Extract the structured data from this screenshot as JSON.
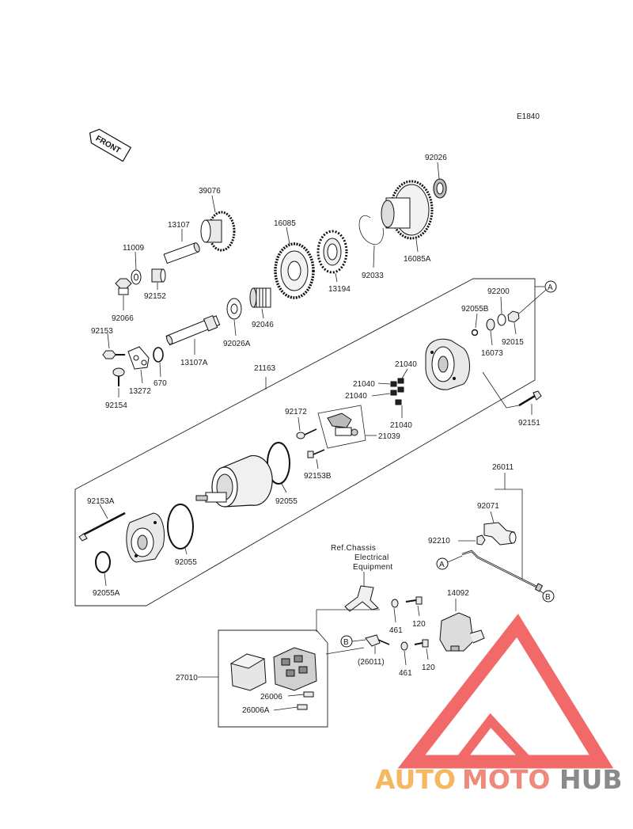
{
  "diagram_code": "E1840",
  "front_label": "FRONT",
  "part_labels": {
    "p39076": "39076",
    "p13107": "13107",
    "p11009": "11009",
    "p92152": "92152",
    "p92066": "92066",
    "p16085": "16085",
    "p92026": "92026",
    "p16085A": "16085A",
    "p92033": "92033",
    "p13194": "13194",
    "p92046": "92046",
    "p92026A": "92026A",
    "p92153": "92153",
    "p13107A": "13107A",
    "p670": "670",
    "p13272": "13272",
    "p92154": "92154",
    "p21163": "21163",
    "p92200": "92200",
    "p92055B": "92055B",
    "p92015": "92015",
    "p16073": "16073",
    "p21040a": "21040",
    "p21040b": "21040",
    "p21040c": "21040",
    "p21040d": "21040",
    "p92172": "92172",
    "p21039": "21039",
    "p92153B": "92153B",
    "p92151": "92151",
    "p92055a": "92055",
    "p92153A": "92153A",
    "p92055b2": "92055",
    "p92055A": "92055A",
    "p26011": "26011",
    "p92071": "92071",
    "p92210": "92210",
    "p14092": "14092",
    "p461a": "461",
    "p120a": "120",
    "p461b": "461",
    "p120b": "120",
    "p26011b": "(26011)",
    "p27010": "27010",
    "p26006": "26006",
    "p26006A": "26006A"
  },
  "ref_note": {
    "line1": "Ref.Chassis",
    "line2": "Electrical",
    "line3": "Equipment"
  },
  "callouts": {
    "A1": "A",
    "A2": "A",
    "B1": "B",
    "B2": "B"
  },
  "watermark": {
    "part1": "AUTO",
    "part2": "MOTO",
    "part3": "HUB",
    "color1": "#f5b75f",
    "color2": "#ee8a7a",
    "color3": "#8a8a8a",
    "logo_color": "#ef4f4f"
  }
}
